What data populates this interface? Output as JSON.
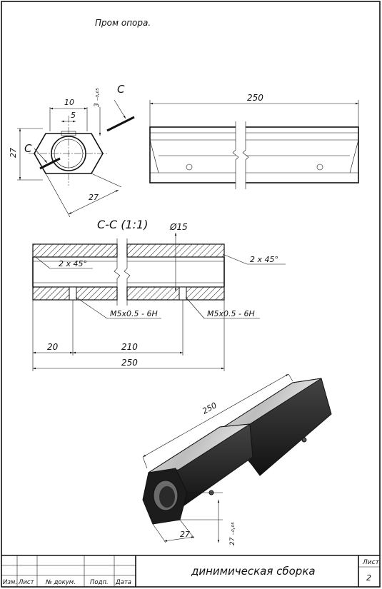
{
  "title_note": "Пром опора.",
  "front_view": {
    "dim_top_width": "10",
    "dim_inner_width": "5",
    "dim_depth": "3 ₋₀,₀₅",
    "dim_height": "27",
    "dim_across_flats": "27",
    "section_label_right": "C",
    "section_label_left": "C"
  },
  "side_view": {
    "dim_length": "250"
  },
  "section": {
    "title": "C-C (1:1)",
    "dim_bore": "Ø15",
    "chamfer_left": "2 x 45°",
    "chamfer_right": "2 x 45°",
    "thread_left": "M5x0.5 - 6H",
    "thread_right": "M5x0.5 - 6H",
    "dim_hole_offset": "20",
    "dim_hole_spacing": "210",
    "dim_total": "250"
  },
  "iso_view": {
    "dim_length": "250",
    "dim_width": "27",
    "dim_height": "27 ₋₀,₀₅"
  },
  "title_block": {
    "col_izm": "Изм.",
    "col_list": "Лист",
    "col_doc": "№ докум.",
    "col_sign": "Подп.",
    "col_date": "Дата",
    "drawing_name": "динимическая сборка",
    "sheet_label": "Лист",
    "sheet_number": "2"
  }
}
